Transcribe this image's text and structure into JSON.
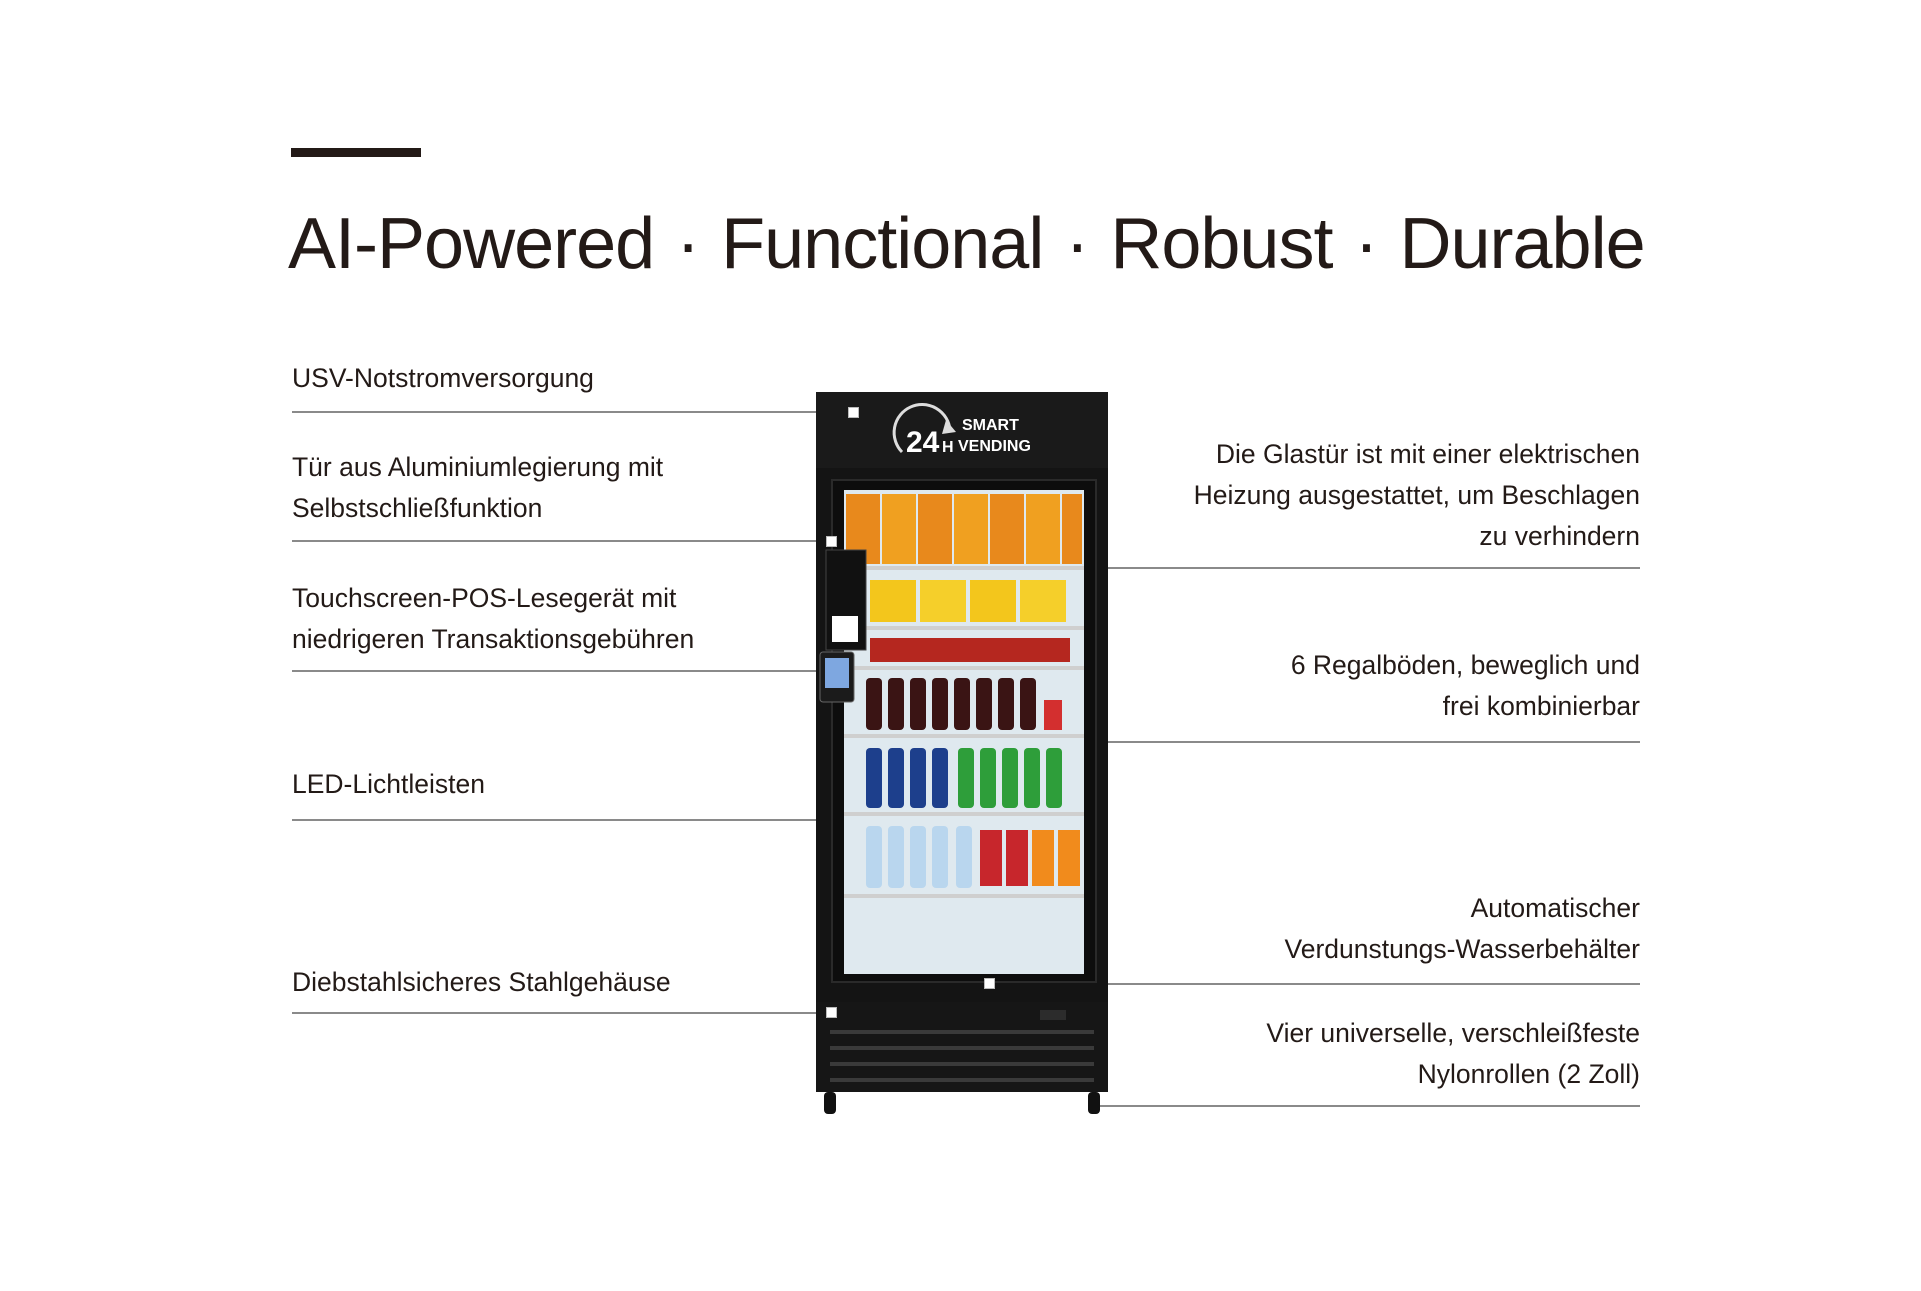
{
  "headline": {
    "words": [
      "AI-Powered",
      "Functional",
      "Robust",
      "Durable"
    ],
    "separator": "·"
  },
  "machine": {
    "brand_number": "24",
    "brand_h": "H",
    "brand_line1": "SMART",
    "brand_line2": "VENDING"
  },
  "features_left": [
    {
      "lines": [
        "USV-Notstromversorgung"
      ]
    },
    {
      "lines": [
        "Tür aus Aluminiumlegierung mit",
        "Selbstschließfunktion"
      ]
    },
    {
      "lines": [
        "Touchscreen-POS-Lesegerät mit",
        "niedrigeren Transaktionsgebühren"
      ]
    },
    {
      "lines": [
        "LED-Lichtleisten"
      ]
    },
    {
      "lines": [
        "Diebstahlsicheres Stahlgehäuse"
      ]
    }
  ],
  "features_right": [
    {
      "lines": [
        "Die Glastür ist mit einer elektrischen",
        "Heizung ausgestattet, um Beschlagen",
        "zu verhindern"
      ]
    },
    {
      "lines": [
        "6 Regalböden, beweglich und",
        "frei kombinierbar"
      ]
    },
    {
      "lines": [
        "Automatischer",
        "Verdunstungs-Wasserbehälter"
      ]
    },
    {
      "lines": [
        "Vier universelle, verschleißfeste",
        "Nylonrollen (2 Zoll)"
      ]
    }
  ],
  "colors": {
    "text": "#231a17",
    "machine": "#141414",
    "leader": "#8a8a8a"
  }
}
